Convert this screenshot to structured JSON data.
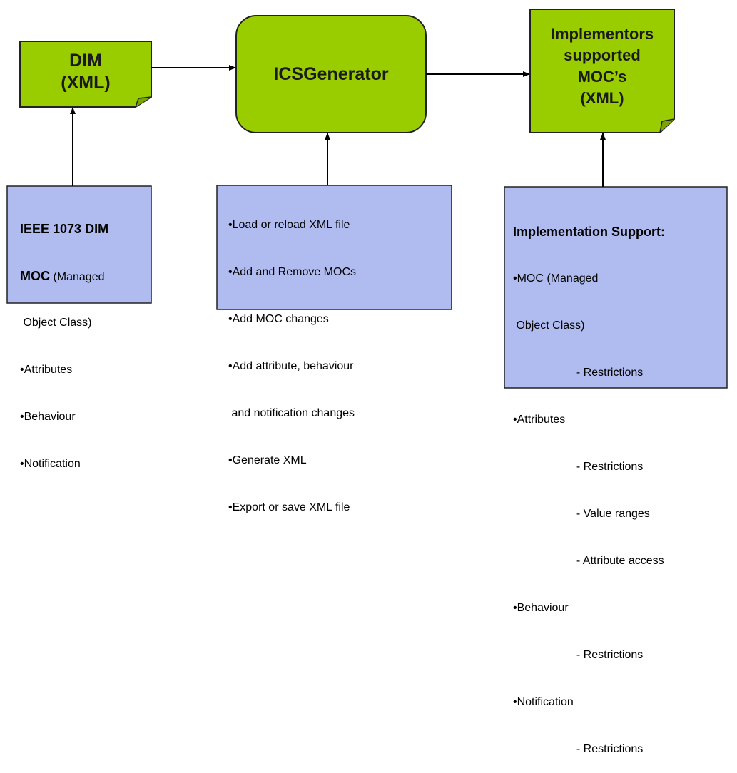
{
  "colors": {
    "green_fill": "#9ACD00",
    "blue_fill": "#B0BCF0",
    "border": "#222222"
  },
  "nodes": {
    "dim": {
      "title": "DIM\n(XML)"
    },
    "generator": {
      "title": "ICSGenerator"
    },
    "implementors": {
      "title": "Implementors\nsupported\nMOC’s\n(XML)"
    }
  },
  "boxes": {
    "dim_moc": {
      "heading_line1": "IEEE 1073 DIM",
      "heading_line2_bold": "MOC",
      "heading_line2_rest": " (Managed",
      "heading_line3": " Object Class)",
      "items": [
        "•Attributes",
        "•Behaviour",
        "•Notification"
      ]
    },
    "generator_features": {
      "items": [
        "•Load or reload XML file",
        "•Add and Remove MOCs",
        "•Add MOC changes",
        "•Add attribute, behaviour",
        " and notification changes",
        "•Generate XML",
        "•Export or save XML file"
      ]
    },
    "implementation_support": {
      "heading": "Implementation Support:",
      "items": [
        "•MOC (Managed",
        " Object Class)",
        "                    - Restrictions",
        "•Attributes",
        "                    - Restrictions",
        "                    - Value ranges",
        "                    - Attribute access",
        "•Behaviour",
        "                    - Restrictions",
        "•Notification",
        "                    - Restrictions"
      ]
    }
  }
}
